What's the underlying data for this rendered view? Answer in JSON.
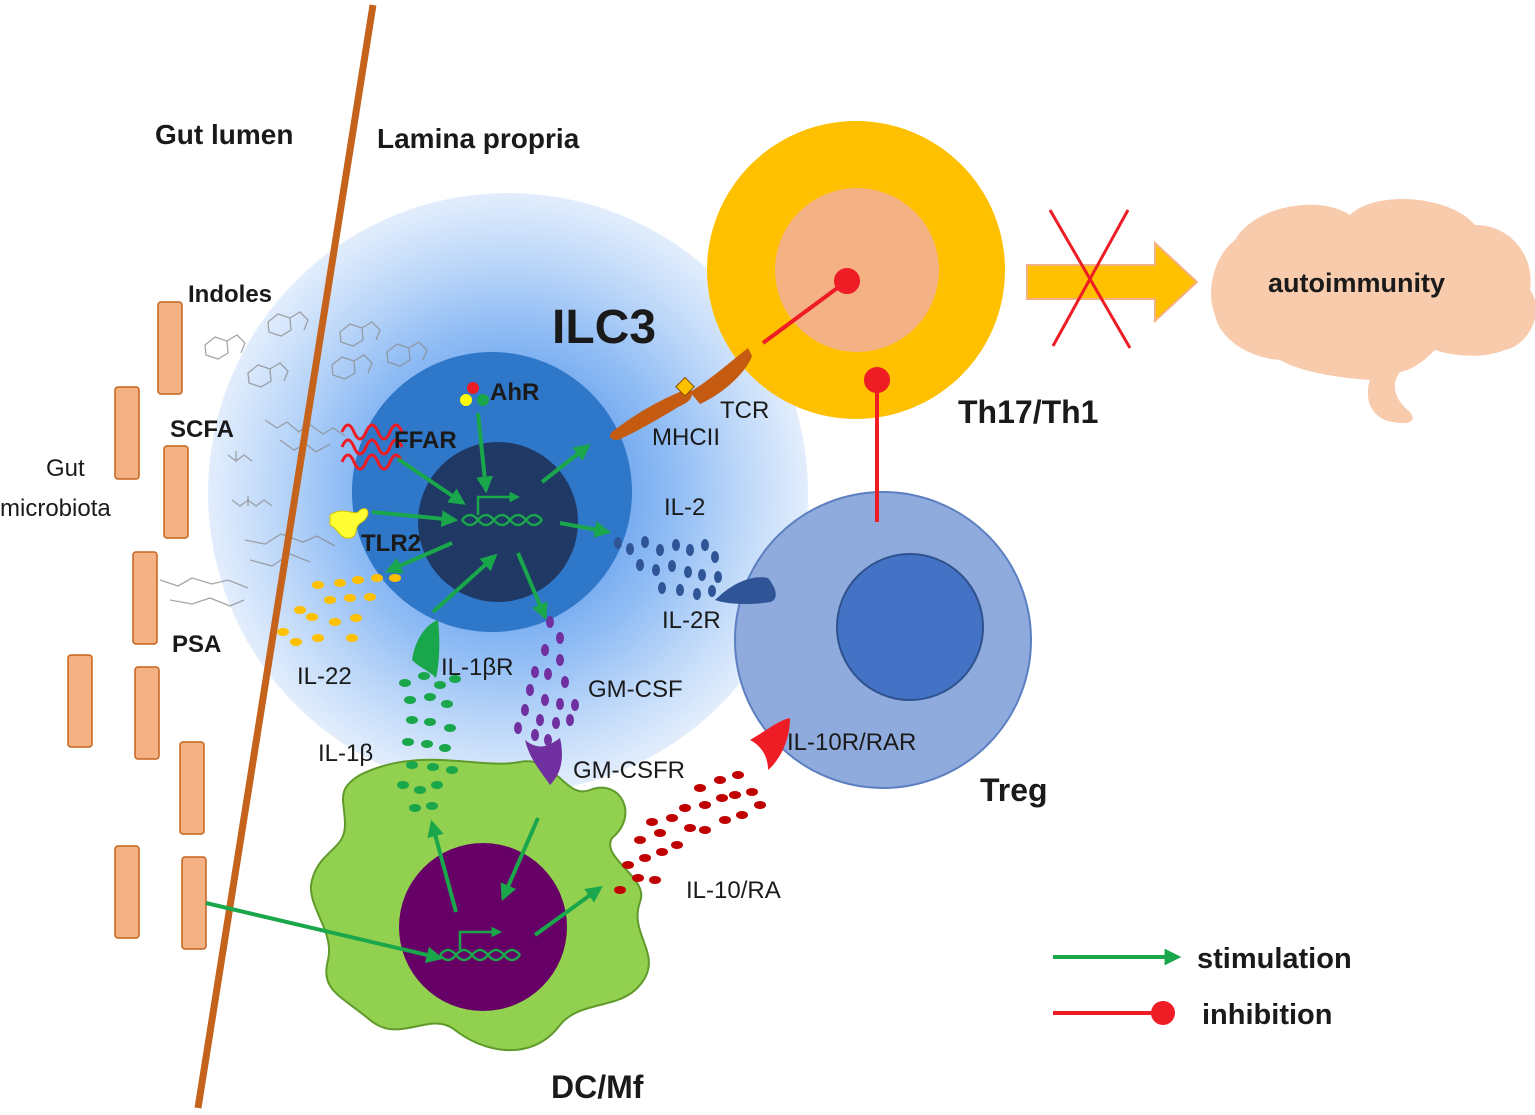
{
  "regions": {
    "lumen": "Gut lumen",
    "lamina": "Lamina propria",
    "microbiota_line1": "Gut",
    "microbiota_line2": "microbiota"
  },
  "metabolites": {
    "indoles": "Indoles",
    "scfa": "SCFA",
    "psa": "PSA"
  },
  "cells": {
    "ilc3": "ILC3",
    "th": "Th17/Th1",
    "treg": "Treg",
    "dc": "DC/Mf"
  },
  "outcome": "autoimmunity",
  "receptors": {
    "ahr": "AhR",
    "ffar": "FFAR",
    "tlr2": "TLR2",
    "tcr": "TCR",
    "mhcii": "MHCII",
    "il2": "IL-2",
    "il2r": "IL-2R",
    "il22": "IL-22",
    "il1br": "IL-1βR",
    "il1b": "IL-1β",
    "gmcsf": "GM-CSF",
    "gmcsfr": "GM-CSFR",
    "il10rar": "IL-10R/RAR",
    "il10ra": "IL-10/RA"
  },
  "legend": {
    "stimulation": "stimulation",
    "inhibition": "inhibition"
  },
  "colors": {
    "stimulation": "#1aa64b",
    "inhibition": "#ee1c24",
    "membrane": "#c5621c",
    "bacteria": "#f4b183",
    "ilc3_outer": "#2f77c9",
    "ilc3_nucleus": "#1f3864",
    "th_outer": "#ffc000",
    "th_inner": "#f4b183",
    "treg_outer": "#8faadc",
    "treg_inner": "#4472c4",
    "dc_body": "#92d050",
    "dc_nucleus": "#660066",
    "brain": "#f8cbad"
  }
}
